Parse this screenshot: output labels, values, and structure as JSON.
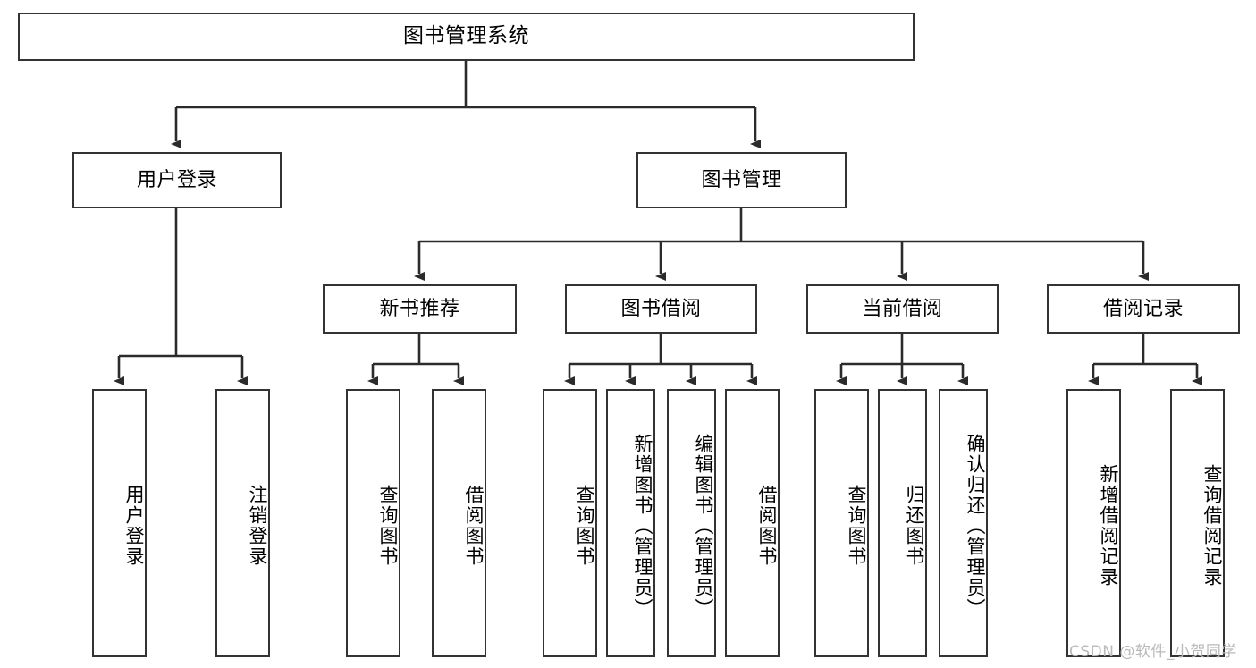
{
  "diagram": {
    "title": "图书管理系统",
    "type": "hierarchy-tree",
    "background_color": "#ffffff",
    "box_border_color": "#333333",
    "box_fill_color": "#ffffff",
    "text_color": "#000000",
    "root": {
      "label": "图书管理系统"
    },
    "level2": [
      {
        "label": "用户登录"
      },
      {
        "label": "图书管理"
      }
    ],
    "level3": [
      {
        "label": "新书推荐"
      },
      {
        "label": "图书借阅"
      },
      {
        "label": "当前借阅"
      },
      {
        "label": "借阅记录"
      }
    ],
    "leaves": {
      "user_login": [
        {
          "label": "用户登录"
        },
        {
          "label": "注销登录"
        }
      ],
      "new_book_recommend": [
        {
          "label": "查询图书"
        },
        {
          "label": "借阅图书"
        }
      ],
      "book_borrow": [
        {
          "label": "查询图书"
        },
        {
          "label": "新增图书（管理员）"
        },
        {
          "label": "编辑图书（管理员）"
        },
        {
          "label": "借阅图书"
        }
      ],
      "current_borrow": [
        {
          "label": "查询图书"
        },
        {
          "label": "归还图书"
        },
        {
          "label": "确认归还（管理员）"
        }
      ],
      "borrow_record": [
        {
          "label": "新增借阅记录"
        },
        {
          "label": "查询借阅记录"
        }
      ]
    }
  },
  "watermark": {
    "text": "CSDN @软件_小贺同学",
    "color": "#b9b9b9"
  }
}
